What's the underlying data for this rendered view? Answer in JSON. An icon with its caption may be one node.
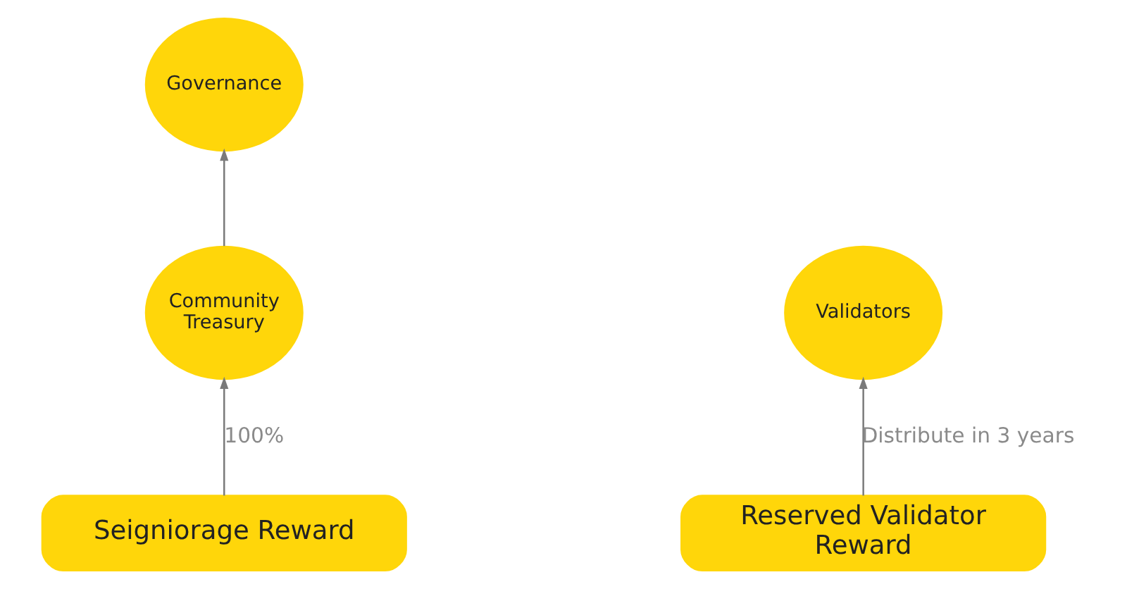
{
  "diagram": {
    "nodes": [
      {
        "text": [
          "Governance"
        ]
      },
      {
        "text": [
          "Community Treasury"
        ]
      },
      {
        "text": [
          "Validators"
        ]
      },
      {
        "text": [
          "Seigniorage Reward"
        ]
      },
      {
        "text": [
          "Reserved Validator Reward"
        ]
      }
    ],
    "edges": [
      {
        "from": 1,
        "to": 0,
        "arrow": "to"
      },
      {
        "from": 3,
        "to": 1,
        "arrow": "to",
        "label": "100%"
      },
      {
        "from": 4,
        "to": 2,
        "arrow": "to",
        "label": "Distribute in 3 years"
      }
    ]
  }
}
